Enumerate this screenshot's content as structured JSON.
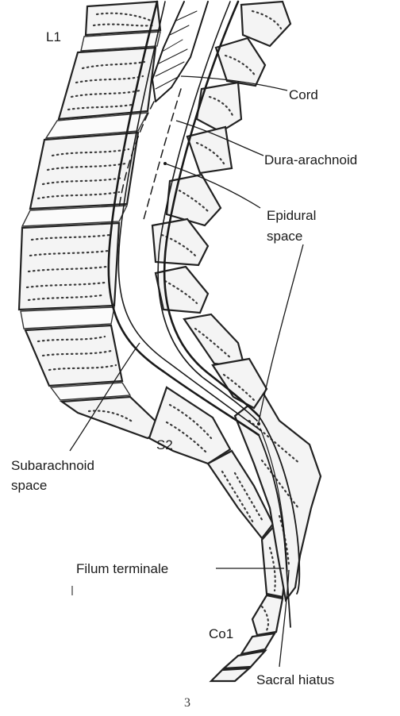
{
  "figure": {
    "vertebra_labels": {
      "l1": "L1",
      "s2": "S2",
      "co1": "Co1"
    },
    "callouts": {
      "cord": "Cord",
      "dura_arachnoid": "Dura-arachnoid",
      "epidural_line1": "Epidural",
      "epidural_line2": "space",
      "subarachnoid_line1": "Subarachnoid",
      "subarachnoid_line2": "space",
      "filum_terminale": "Filum terminale",
      "sacral_hiatus": "Sacral hiatus"
    },
    "page_number": "3"
  },
  "colors": {
    "ink": "#1a1a1a",
    "bone_fill": "#f4f4f4",
    "paper": "#ffffff"
  }
}
